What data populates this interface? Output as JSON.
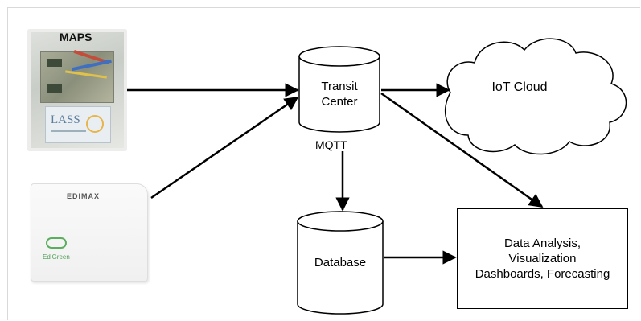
{
  "nodes": {
    "maps": {
      "label": "MAPS",
      "badge_text": "LASS"
    },
    "edimax": {
      "brand_text": "EDIMAX",
      "sub_text": "EdiGreen"
    },
    "transit_center": {
      "line1": "Transit",
      "line2": "Center"
    },
    "protocol_label": "MQTT",
    "iot_cloud": {
      "label": "IoT Cloud"
    },
    "database": {
      "label": "Database"
    },
    "analysis": {
      "line1": "Data Analysis,",
      "line2": "Visualization",
      "line3": "Dashboards, Forecasting"
    }
  },
  "edges": [
    {
      "from": "maps",
      "to": "transit_center"
    },
    {
      "from": "edimax",
      "to": "transit_center"
    },
    {
      "from": "transit_center",
      "to": "iot_cloud"
    },
    {
      "from": "transit_center",
      "to": "database"
    },
    {
      "from": "transit_center",
      "to": "analysis"
    },
    {
      "from": "database",
      "to": "analysis"
    }
  ],
  "colors": {
    "line": "#000000",
    "background": "#ffffff"
  }
}
